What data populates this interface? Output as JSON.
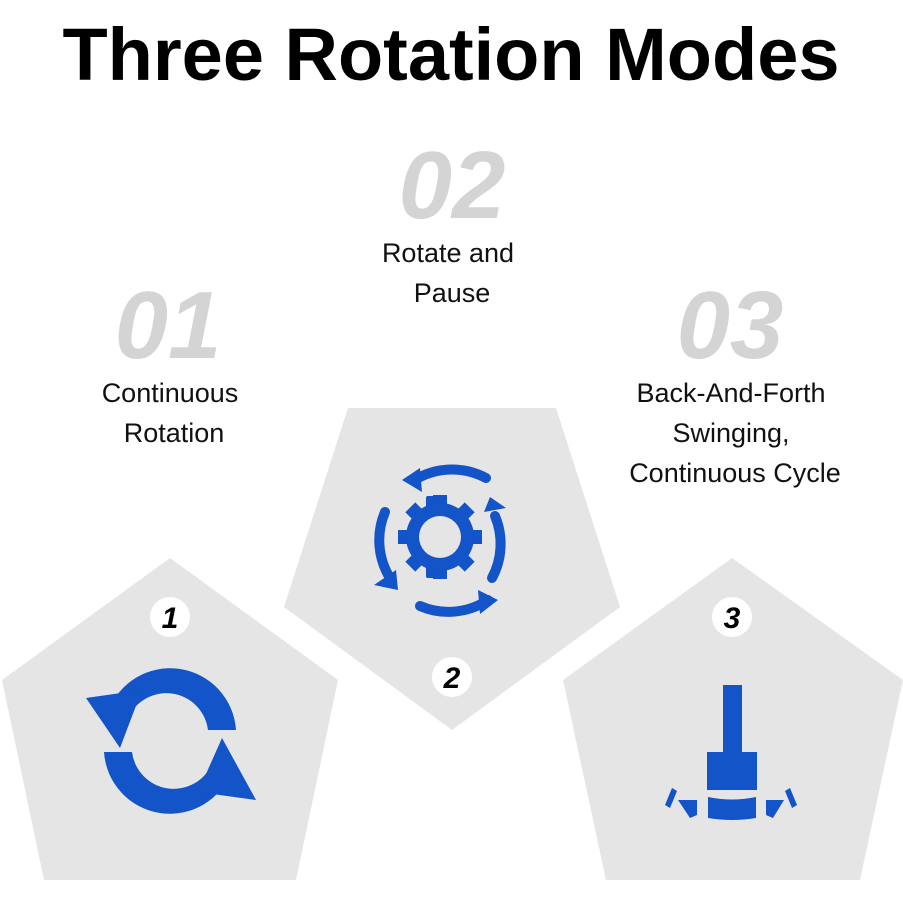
{
  "title": "Three Rotation Modes",
  "colors": {
    "accent": "#1354c8",
    "panel": "#e5e5e5",
    "number": "#d4d4d4"
  },
  "modes": [
    {
      "number": "01",
      "badge": "1",
      "label_lines": [
        "Continuous",
        "Rotation"
      ],
      "icon": "sync-arrows-icon"
    },
    {
      "number": "02",
      "badge": "2",
      "label_lines": [
        "Rotate and",
        "Pause"
      ],
      "icon": "gear-rotation-icon"
    },
    {
      "number": "03",
      "badge": "3",
      "label_lines": [
        "Back-And-Forth",
        "Swinging,",
        "Continuous Cycle"
      ],
      "icon": "swing-icon"
    }
  ]
}
